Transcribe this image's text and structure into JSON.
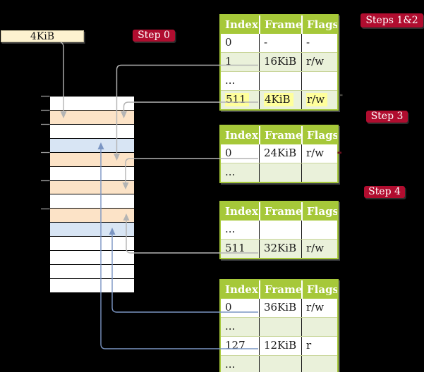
{
  "page_size_box": {
    "label": "4KiB"
  },
  "step_labels": {
    "step0": "Step 0",
    "steps12": "Steps 1&2",
    "step3": "Step 3",
    "step4": "Step 4"
  },
  "tables": [
    {
      "headers": [
        "Index",
        "Frame",
        "Flags"
      ],
      "rows": [
        {
          "cells": [
            "0",
            "-",
            "-"
          ]
        },
        {
          "cells": [
            "1",
            "16KiB",
            "r/w"
          ],
          "linked": true
        },
        {
          "cells": [
            "...",
            "",
            ""
          ]
        },
        {
          "cells": [
            "511",
            "4KiB",
            "r/w"
          ],
          "highlighted": true,
          "linked": true
        }
      ]
    },
    {
      "headers": [
        "Index",
        "Frame",
        "Flags"
      ],
      "rows": [
        {
          "cells": [
            "0",
            "24KiB",
            "r/w"
          ],
          "linked": true
        },
        {
          "cells": [
            "...",
            "",
            ""
          ]
        }
      ]
    },
    {
      "headers": [
        "Index",
        "Frame",
        "Flags"
      ],
      "rows": [
        {
          "cells": [
            "...",
            "",
            ""
          ]
        },
        {
          "cells": [
            "511",
            "32KiB",
            "r/w"
          ],
          "linked": true
        }
      ]
    },
    {
      "headers": [
        "Index",
        "Frame",
        "Flags"
      ],
      "rows": [
        {
          "cells": [
            "0",
            "36KiB",
            "r/w"
          ],
          "linked": true
        },
        {
          "cells": [
            "...",
            "",
            ""
          ]
        },
        {
          "cells": [
            "127",
            "12KiB",
            "r"
          ],
          "linked": true
        },
        {
          "cells": [
            "...",
            "",
            ""
          ]
        }
      ]
    }
  ],
  "memory": {
    "rows": [
      "free",
      "pagetable",
      "free",
      "data",
      "pagetable",
      "free",
      "pagetable",
      "free",
      "pagetable",
      "data",
      "free",
      "free",
      "free",
      "free"
    ]
  },
  "colors": {
    "bg": "#000000",
    "tbl_green": "#a6c839",
    "row_green": "#eaf1da",
    "sep_green": "#c9d69b",
    "hl_yellow": "#ffff9c",
    "crimson": "#b00d2f",
    "cream": "#fdf2d0",
    "mem_pt": "#fce3c7",
    "mem_data": "#d8e5f4",
    "mem_free": "#ffffff",
    "line_gray": "#b4b4b4",
    "line_blue": "#7a95c3",
    "tick_gray": "#9b9b9b"
  }
}
